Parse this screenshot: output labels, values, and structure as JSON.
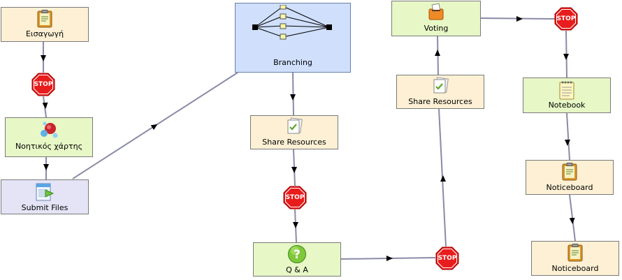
{
  "nodes": {
    "eisagogi": "Εισαγωγή",
    "noetikos": "Νοητικός χάρτης",
    "submit_files": "Submit Files",
    "branching": "Branching",
    "share_resources_1": "Share Resources",
    "qa": "Q & A",
    "share_resources_2": "Share Resources",
    "voting": "Voting",
    "notebook": "Notebook",
    "noticeboard_1": "Noticeboard",
    "noticeboard_2": "Noticeboard"
  },
  "stop_label": "STOP",
  "icons": {
    "eisagogi": "clipboard-icon",
    "noetikos": "mindmap-icon",
    "submit_files": "submit-files-icon",
    "share_resources": "share-resources-icon",
    "qa": "question-icon",
    "voting": "voting-icon",
    "notebook": "notebook-icon",
    "noticeboard": "clipboard-icon"
  },
  "colors": {
    "tool_yellow": "#fdf0d4",
    "tool_green": "#e7f7c6",
    "tool_lavender": "#e4e4f6",
    "branching_blue": "#cfdffc",
    "stop_red": "#e81c1c",
    "link": "#8a8aa8"
  }
}
